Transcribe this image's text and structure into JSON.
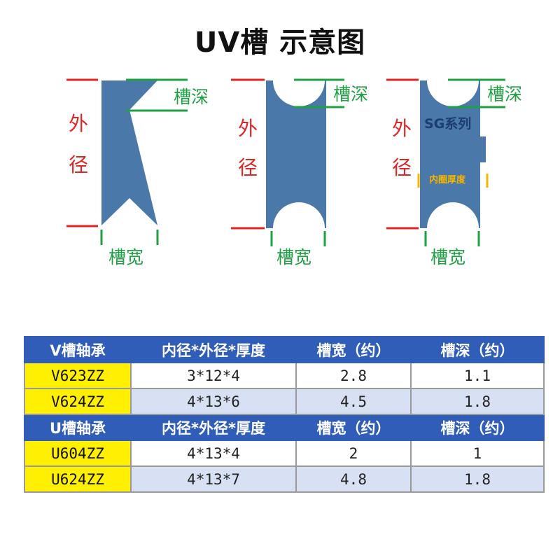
{
  "title": "UV槽 示意图",
  "colors": {
    "body": "#4a78a8",
    "outer_line": "#e02525",
    "groove_line": "#1fa043",
    "inner_mark": "#f5b400",
    "header_bg": "#2f5db8",
    "model_bg": "#ffef00",
    "row_alt_bg": "#d8e1f3"
  },
  "diagram": {
    "v_groove": {
      "outer_label_1": "外",
      "outer_label_2": "径",
      "depth_label": "槽深",
      "width_label": "槽宽"
    },
    "u_groove": {
      "outer_label_1": "外",
      "outer_label_2": "径",
      "depth_label": "槽深",
      "width_label": "槽宽"
    },
    "sg_groove": {
      "outer_label_1": "外",
      "outer_label_2": "径",
      "depth_label": "槽深",
      "width_label": "槽宽",
      "series_label": "SG系列",
      "inner_thickness_label": "内圈厚度"
    }
  },
  "table": {
    "v_header": [
      "V槽轴承",
      "内径*外径*厚度",
      "槽宽（约）",
      "槽深（约）"
    ],
    "v_rows": [
      [
        "V623ZZ",
        "3*12*4",
        "2.8",
        "1.1"
      ],
      [
        "V624ZZ",
        "4*13*6",
        "4.5",
        "1.8"
      ]
    ],
    "u_header": [
      "U槽轴承",
      "内径*外径*厚度",
      "槽宽（约）",
      "槽深（约）"
    ],
    "u_rows": [
      [
        "U604ZZ",
        "4*13*4",
        "2",
        "1"
      ],
      [
        "U624ZZ",
        "4*13*7",
        "4.8",
        "1.8"
      ]
    ]
  }
}
